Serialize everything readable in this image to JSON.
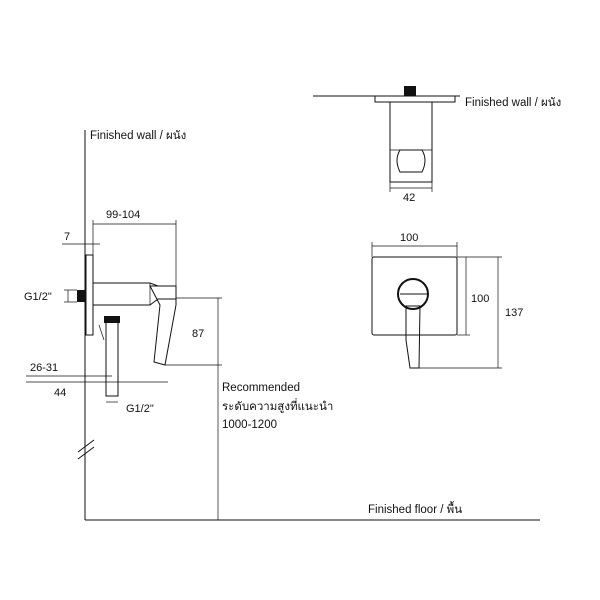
{
  "labels": {
    "finished_wall_left": "Finished wall / ผนัง",
    "finished_wall_top": "Finished wall / ผนัง",
    "finished_floor": "Finished floor / พื้น",
    "recommended": "Recommended",
    "recommended_thai": "ระดับความสูงที่แนะนำ",
    "recommended_range": "1000-1200"
  },
  "dimensions": {
    "side_depth": "99-104",
    "plate_thickness": "7",
    "inlet_thread_left": "G1/2\"",
    "height_87": "87",
    "range_26_31": "26-31",
    "offset_44": "44",
    "inlet_thread_bottom": "G1/2\"",
    "top_width_42": "42",
    "front_width_100": "100",
    "front_height_100": "100",
    "overall_height_137": "137"
  }
}
